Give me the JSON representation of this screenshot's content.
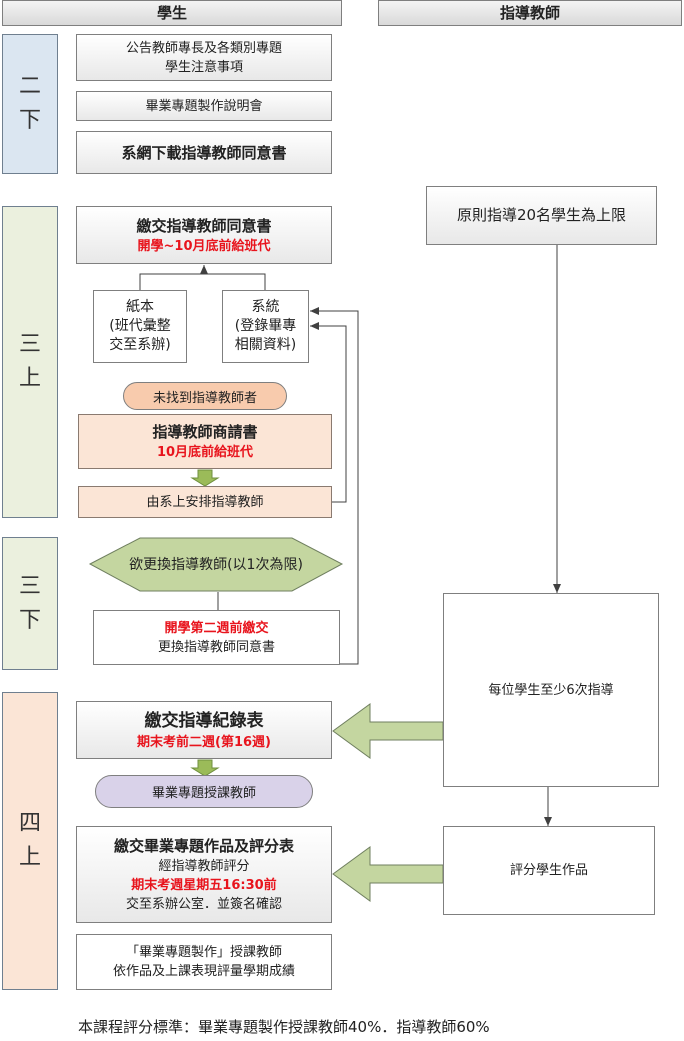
{
  "headers": {
    "student": "學生",
    "advisor": "指導教師"
  },
  "semesters": {
    "s2b": "二\n下",
    "s3a": "三\n上",
    "s3b": "三\n下",
    "s4a": "四\n上"
  },
  "boxes": {
    "announce": {
      "line1": "公告教師專長及各類別專題",
      "line2": "學生注意事項"
    },
    "briefing": {
      "text": "畢業專題製作說明會"
    },
    "download": {
      "text": "系網下載指導教師同意書"
    },
    "limit": {
      "text": "原則指導20名學生為上限"
    },
    "consent": {
      "title": "繳交指導教師同意書",
      "deadline": "開學~10月底前給班代"
    },
    "paper": {
      "line1": "紙本",
      "line2": "(班代彙整",
      "line3": "交至系辦)"
    },
    "system": {
      "line1": "系統",
      "line2": "(登錄畢專",
      "line3": "相關資料)"
    },
    "no_advisor": {
      "text": "未找到指導教師者"
    },
    "request": {
      "title": "指導教師商請書",
      "deadline": "10月底前給班代"
    },
    "assign": {
      "text": "由系上安排指導教師"
    },
    "change_decision": {
      "text": "欲更換指導教師(以1次為限)"
    },
    "change_form": {
      "deadline": "開學第二週前繳交",
      "text": "更換指導教師同意書"
    },
    "guidance": {
      "text": "每位學生至少6次指導"
    },
    "record": {
      "title": "繳交指導紀錄表",
      "deadline": "期末考前二週(第16週)"
    },
    "course_teacher": {
      "text": "畢業專題授課教師"
    },
    "grade_work": {
      "text": "評分學生作品"
    },
    "submit": {
      "title": "繳交畢業專題作品及評分表",
      "line2": "經指導教師評分",
      "deadline": "期末考週星期五16:30前",
      "line4": "交至系辦公室．並簽名確認"
    },
    "final": {
      "line1": "「畢業專題製作」授課教師",
      "line2": "依作品及上課表現評量學期成績"
    }
  },
  "footer": "本課程評分標準：畢業專題製作授課教師40%．指導教師60%",
  "colors": {
    "s2b": "#dbe6f1",
    "s3": "#ebf0de",
    "s4": "#fbe5d6",
    "peach": "#fbe5d6",
    "decision": "#c4d6a0",
    "pill_peach": "#f8cbad",
    "pill_lavender": "#d9d2e9",
    "arrow_fill": "#c4d6a0",
    "red": "#e8141d"
  }
}
